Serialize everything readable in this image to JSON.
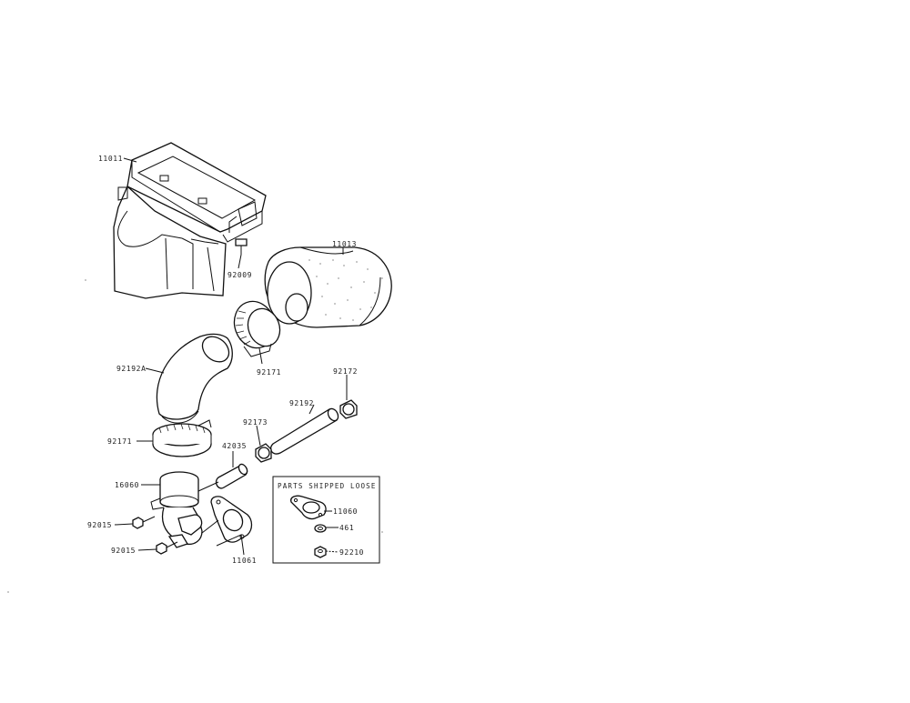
{
  "part_labels": {
    "cover": "11011",
    "bolt_top": "92009",
    "element": "11013",
    "elbow_hose": "92192A",
    "clamp_large": "92171",
    "clamp_top_right": "92172",
    "hose_breather": "92192",
    "clamp_small": "92173",
    "clamp_lower": "92171",
    "fitting": "42035",
    "base": "16060",
    "nut_upper": "92015",
    "nut_lower": "92015",
    "gasket": "11061"
  },
  "loose_box": {
    "title": "PARTS SHIPPED LOOSE",
    "labels": [
      "11060",
      "461",
      "92210"
    ]
  }
}
